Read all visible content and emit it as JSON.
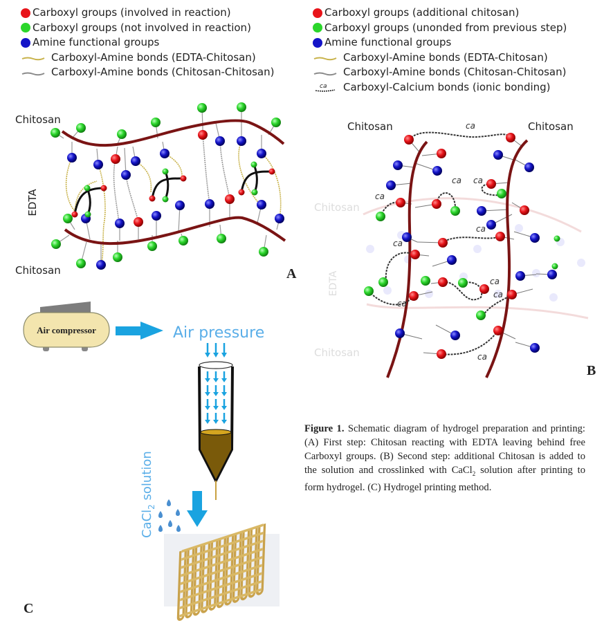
{
  "legend_a": {
    "items": [
      {
        "kind": "dot",
        "color": "#e8141a",
        "label": "Carboxyl groups (involved in reaction)"
      },
      {
        "kind": "dot",
        "color": "#2bd62b",
        "label": "Carboxyl groups (not involved in reaction)"
      },
      {
        "kind": "dot",
        "color": "#1414c8",
        "label": "Amine functional groups"
      },
      {
        "kind": "bond",
        "color": "#c8b24a",
        "label": "Carboxyl-Amine bonds (EDTA-Chitosan)"
      },
      {
        "kind": "bond",
        "color": "#8a8a8a",
        "label": "Carboxyl-Amine bonds (Chitosan-Chitosan)"
      }
    ]
  },
  "legend_b": {
    "items": [
      {
        "kind": "dot",
        "color": "#e8141a",
        "label": "Carboxyl groups (additional chitosan)"
      },
      {
        "kind": "dot",
        "color": "#2bd62b",
        "label": "Carboxyl groups (unonded from previous step)"
      },
      {
        "kind": "dot",
        "color": "#1414c8",
        "label": "Amine functional groups"
      },
      {
        "kind": "bond",
        "color": "#c8b24a",
        "label": "Carboxyl-Amine bonds (EDTA-Chitosan)"
      },
      {
        "kind": "bond",
        "color": "#8a8a8a",
        "label": "Carboxyl-Amine bonds (Chitosan-Chitosan)"
      },
      {
        "kind": "ca-bond",
        "color": "#222222",
        "symbol": "ca",
        "label": "Carboxyl-Calcium bonds (ionic bonding)"
      }
    ]
  },
  "panel_a": {
    "letter": "A",
    "label_top": "Chitosan",
    "label_bottom": "Chitosan",
    "label_side": "EDTA"
  },
  "panel_b": {
    "letter": "B",
    "label_left": "Chitosan",
    "label_right": "Chitosan",
    "faded_label_1": "Chitosan",
    "faded_label_2": "Chitosan",
    "faded_side": "EDTA",
    "ca_symbol": "ca"
  },
  "panel_c": {
    "letter": "C",
    "compressor_label": "Air compressor",
    "pressure_label": "Air pressure",
    "solution_label_main": "CaCl",
    "solution_label_sub": "2",
    "solution_label_rest": " solution"
  },
  "colors": {
    "carboxyl_red": "#e8141a",
    "carboxyl_green": "#2bd62b",
    "amine_blue": "#1414c8",
    "chitosan_chain": "#7a1414",
    "accent_blue": "#1aa3e0",
    "ink_brown": "#7a5a0a"
  },
  "caption": {
    "title": "Figure 1.",
    "text_1": " Schematic diagram of hydrogel preparation and printing: (A) First step: Chitosan reacting with EDTA leaving behind free Carboxyl groups. (B) Second step: additional Chitosan is added to the solution and crosslinked with CaCl",
    "sub": "2",
    "text_2": " solution after printing to form hydrogel. (C) Hydrogel printing method."
  }
}
